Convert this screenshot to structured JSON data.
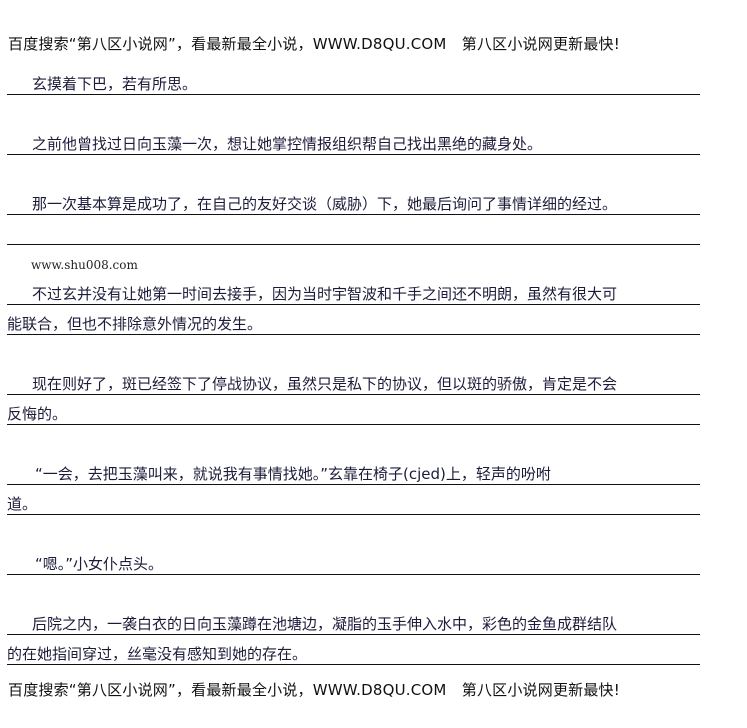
{
  "header_banner": "百度搜索“第八区小说网”，看最新最全小说，WWW.D8QU.COM　第八区小说网更新最快!",
  "footer_banner": "百度搜索“第八区小说网”，看最新最全小说，WWW.D8QU.COM　第八区小说网更新最快!",
  "watermark_url": "www.shu008.com",
  "lines": [
    "玄摸着下巴，若有所思。",
    "之前他曾找过日向玉藻一次，想让她掌控情报组织帮自己找出黑绝的藏身处。",
    "那一次基本算是成功了，在自己的友好交谈（威胁）下，她最后询问了事情详细的经过。",
    "",
    "不过玄并没有让她第一时间去接手，因为当时宇智波和千手之间还不明朗，虽然有很大可",
    "能联合，但也不排除意外情况的发生。",
    "现在则好了，斑已经签下了停战协议，虽然只是私下的协议，但以斑的骄傲，肯定是不会",
    "反悔的。",
    "“一会，去把玉藻叫来，就说我有事情找她。”玄靠在椅子(cjed)上，轻声的吩咐",
    "道。",
    "“嗯。”小女仆点头。",
    "后院之内，一袭白衣的日向玉藻蹲在池塘边，凝脂的玉手伸入水中，彩色的金鱼成群结队",
    "的在她指间穿过，丝毫没有感知到她的存在。"
  ]
}
